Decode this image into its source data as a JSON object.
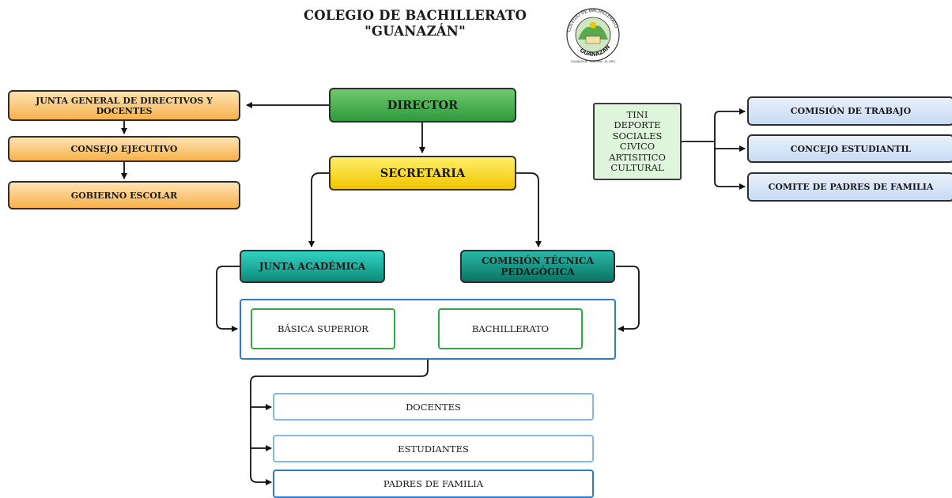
{
  "header": {
    "line1": "COLEGIO DE BACHILLERATO",
    "line2": "\"GUANAZÁN\""
  },
  "logo": {
    "ring_text_top": "COLEGIO DE BACHILLERATO",
    "ring_text_bottom": "GUANAZAN",
    "caption": "GUANAZAN · ZARUMA · EL ORO"
  },
  "nodes": {
    "director": "DIRECTOR",
    "secretaria": "SECRETARIA",
    "junta_general": "JUNTA GENERAL DE DIRECTIVOS Y DOCENTES",
    "consejo_ejecutivo": "CONSEJO EJECUTIVO",
    "gobierno_escolar": "GOBIERNO ESCOLAR",
    "junta_academica": "JUNTA ACADÉMICA",
    "comision_tecnica": "COMISIÓN TÉCNICA PEDAGÓGICA",
    "basica_superior": "BÁSICA SUPERIOR",
    "bachillerato": "BACHILLERATO",
    "docentes": "DOCENTES",
    "estudiantes": "ESTUDIANTES",
    "padres": "PADRES DE FAMILIA",
    "clubs": [
      "TINI",
      "DEPORTE",
      "SOCIALES",
      "CIVICO",
      "ARTISITICO",
      "CULTURAL"
    ],
    "comision_trabajo": "COMISIÓN DE TRABAJO",
    "concejo_estudiantil": "CONCEJO ESTUDIANTIL",
    "comite_padres": "COMITE DE PADRES DE FAMILIA"
  },
  "colors": {
    "director": "#3ea84a",
    "secretaria": "#f7d21a",
    "orange": "#f7b24d",
    "teal": "#17a898",
    "frame_blue": "#2b7bd0",
    "inner_green": "#34a64a",
    "light_blue": "#c8dbf3",
    "mint": "#dff5dc"
  }
}
